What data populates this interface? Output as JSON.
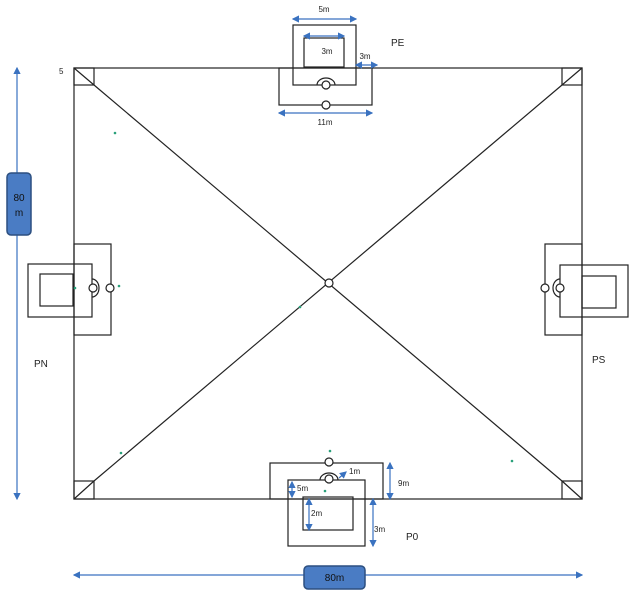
{
  "corner_number": "5",
  "posts": {
    "north": "PN",
    "south": "PS",
    "east": "PE",
    "west": "P0"
  },
  "badges": {
    "vertical_line1": "80",
    "vertical_line2": "m",
    "horizontal": "80m"
  },
  "dimensions": {
    "top_outer_width": "5m",
    "top_inner_width": "3m",
    "top_side": "3m",
    "top_wide": "11m",
    "bottom_one": "1m",
    "bottom_five": "5m",
    "bottom_two": "2m",
    "bottom_nine": "9m",
    "bottom_three": "3m"
  },
  "colors": {
    "dimension": "#3a72c0",
    "badge_fill": "#4a7cc4",
    "badge_stroke": "#2c4f80",
    "marker_dot": "#2aa07a"
  }
}
